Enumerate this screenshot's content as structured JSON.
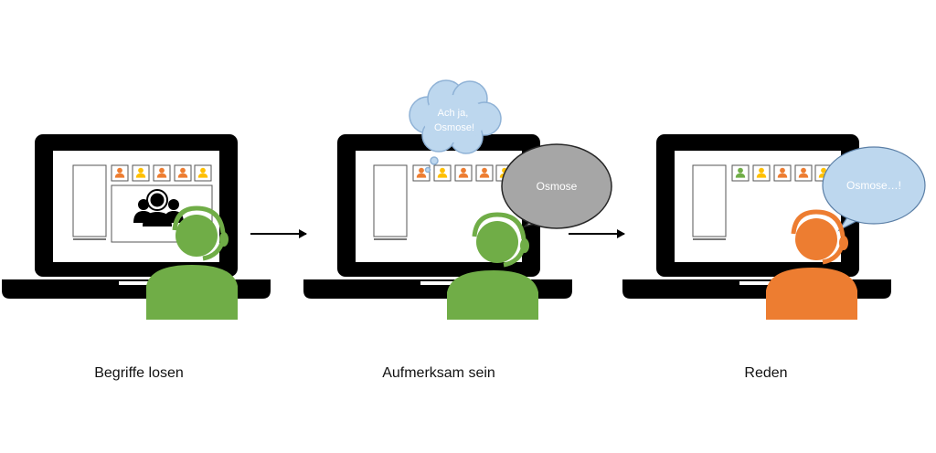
{
  "panels": [
    {
      "caption": "Begriffe losen",
      "speaker": "none"
    },
    {
      "caption": "Aufmerksam sein",
      "thought": "Ach ja,\nOsmose!",
      "speech": "Osmose"
    },
    {
      "caption": "Reden",
      "speech": "Osmose…!"
    }
  ],
  "colors": {
    "green": "#70ad47",
    "orange": "#ed7d31",
    "yellow": "#ffc000",
    "laptop": "#000000",
    "thought_bubble": "#bdd7ee",
    "grey_bubble": "#a6a6a6",
    "blue_bubble": "#bdd7ee"
  },
  "icons": [
    "laptop-icon",
    "person-icon",
    "headset-icon",
    "group-icon",
    "arrow-right-icon",
    "thought-bubble-icon",
    "speech-bubble-icon"
  ]
}
